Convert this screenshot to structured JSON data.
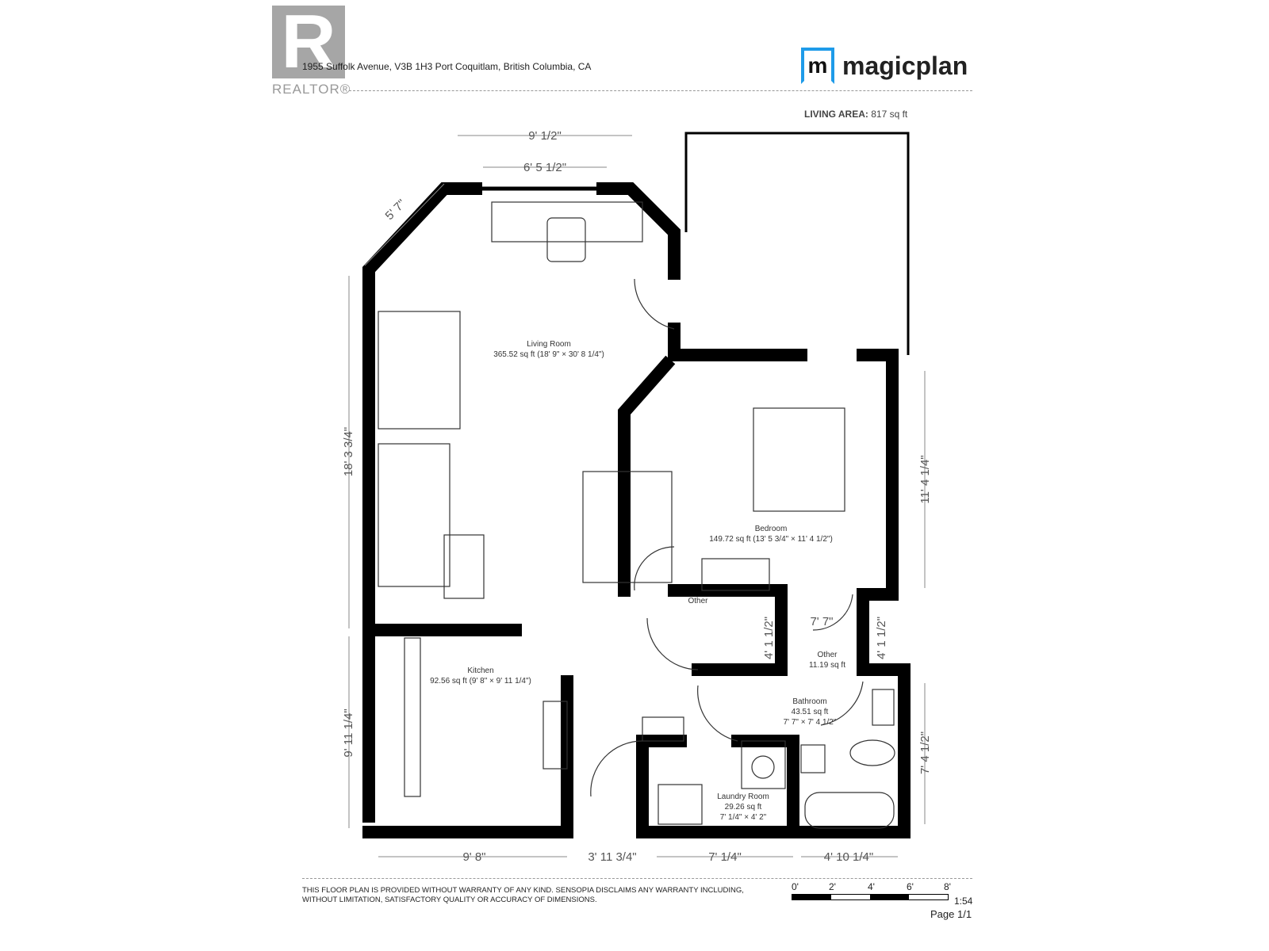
{
  "header": {
    "address": "1955 Suffolk Avenue, V3B 1H3 Port Coquitlam, British Columbia, CA",
    "realtor_logo": "REALTOR®",
    "brand_logo": "magicplan",
    "brand_color": "#1e9be9",
    "living_area_label": "LIVING AREA:",
    "living_area_value": "817 sq ft"
  },
  "rooms": [
    {
      "name": "Living Room",
      "area": "365.52 sq ft (18' 9\" × 30' 8 1/4\")"
    },
    {
      "name": "Kitchen",
      "area": "92.56 sq ft (9' 8\" × 9' 11 1/4\")"
    },
    {
      "name": "Bedroom",
      "area": "149.72 sq ft (13' 5 3/4\" × 11' 4 1/2\")"
    },
    {
      "name": "Other",
      "area": "11.19 sq ft"
    },
    {
      "name": "Bathroom",
      "area": "43.51 sq ft",
      "dims": "7' 7\" × 7' 4 1/2\""
    },
    {
      "name": "Laundry Room",
      "area": "29.26 sq ft",
      "dims": "7' 1/4\" × 4' 2\""
    },
    {
      "name": "Other"
    }
  ],
  "dimensions": [
    "9' 1/2\"",
    "6' 5 1/2\"",
    "5' 7\"",
    "18' 3 3/4\"",
    "9' 11 1/4\"",
    "9' 8\"",
    "3' 11 3/4\"",
    "7' 1/4\"",
    "4' 10 1/4\"",
    "7' 4 1/2\"",
    "11' 4 1/4\"",
    "7' 7\"",
    "4' 1 1/2\"",
    "4' 1 1/2\""
  ],
  "footer": {
    "disclaimer": "THIS FLOOR PLAN IS PROVIDED WITHOUT WARRANTY OF ANY KIND. SENSOPIA DISCLAIMS ANY WARRANTY INCLUDING, WITHOUT LIMITATION, SATISFACTORY QUALITY OR ACCURACY OF DIMENSIONS.",
    "scale_ticks": [
      "0'",
      "2'",
      "4'",
      "6'",
      "8'"
    ],
    "scale_ratio": "1:54",
    "page": "Page 1/1"
  }
}
